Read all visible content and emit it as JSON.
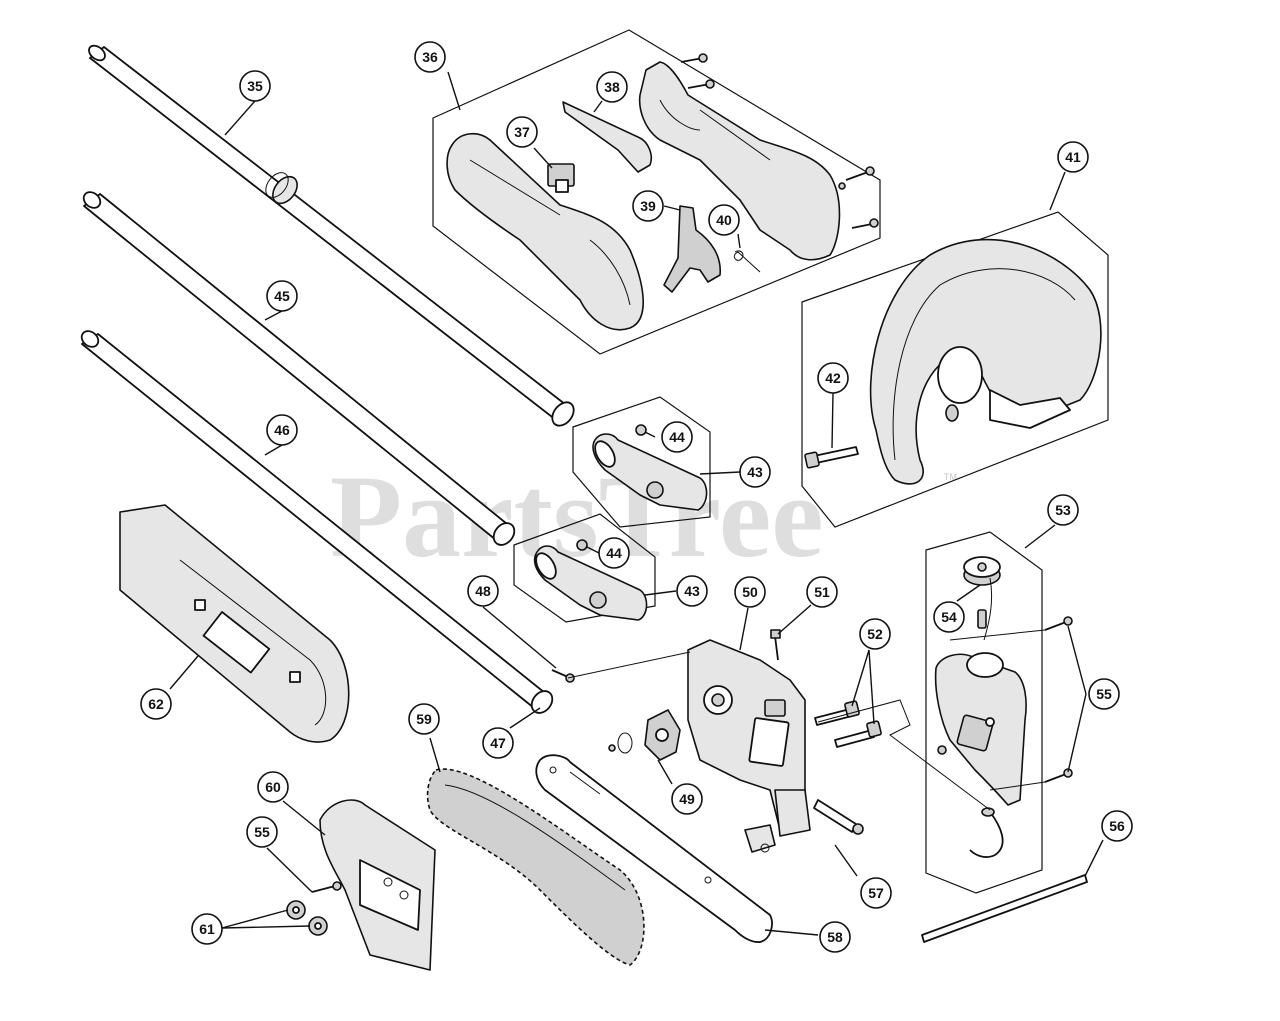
{
  "watermark": {
    "text": "PartsTree",
    "trademark": "TM"
  },
  "callouts": {
    "c35": "35",
    "c36": "36",
    "c37": "37",
    "c38": "38",
    "c39": "39",
    "c40": "40",
    "c41": "41",
    "c42": "42",
    "c43a": "43",
    "c43b": "43",
    "c44a": "44",
    "c44b": "44",
    "c45": "45",
    "c46": "46",
    "c47": "47",
    "c48": "48",
    "c49": "49",
    "c50": "50",
    "c51": "51",
    "c52": "52",
    "c53": "53",
    "c54": "54",
    "c55a": "55",
    "c55b": "55",
    "c56": "56",
    "c57": "57",
    "c58": "58",
    "c59": "59",
    "c60": "60",
    "c61": "61",
    "c62": "62"
  }
}
